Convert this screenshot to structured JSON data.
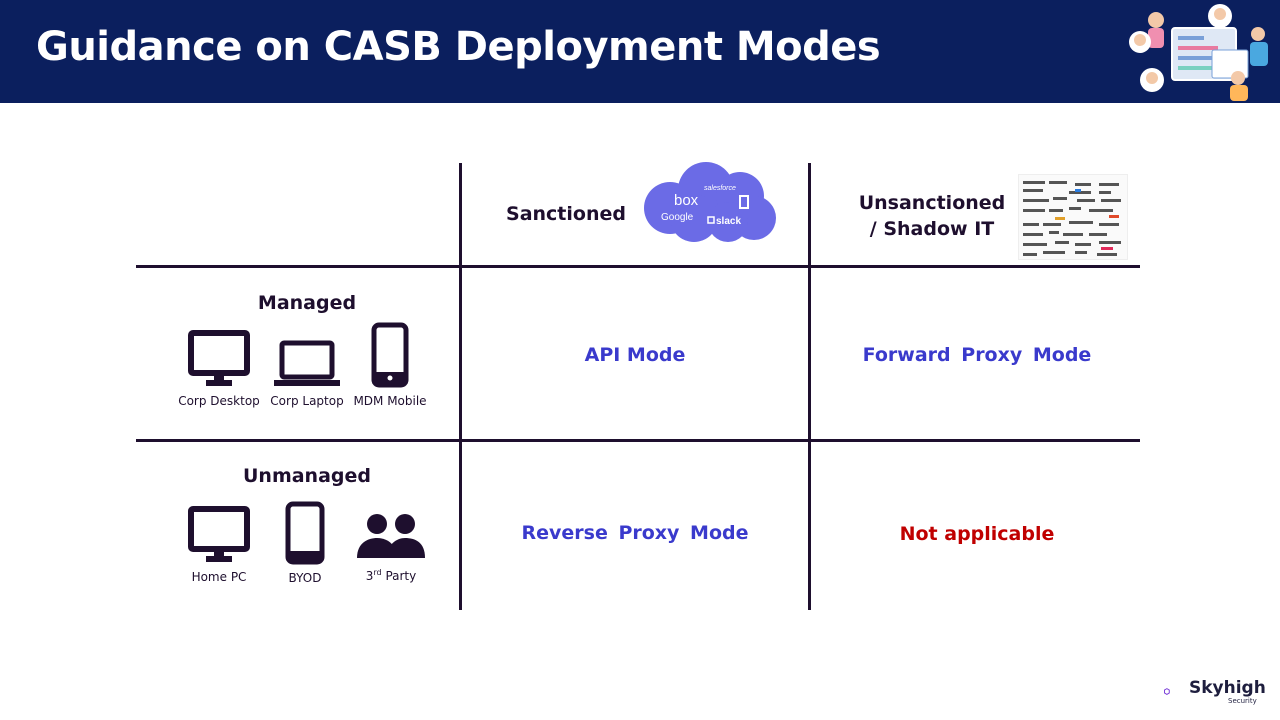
{
  "header": {
    "title": "Guidance on CASB Deployment Modes",
    "background": "#0b1f5e"
  },
  "columns": {
    "sanctioned": "Sanctioned",
    "unsanctioned_line1": "Unsanctioned",
    "unsanctioned_line2": "/ Shadow IT"
  },
  "cloud_logos": [
    "box",
    "salesforce",
    "Google",
    "slack"
  ],
  "rows": {
    "managed": {
      "label": "Managed",
      "devices": [
        "Corp Desktop",
        "Corp Laptop",
        "MDM Mobile"
      ]
    },
    "unmanaged": {
      "label": "Unmanaged",
      "devices": [
        "Home PC",
        "BYOD"
      ],
      "third_party_super": "rd",
      "third_party_pre": "3",
      "third_party_post": " Party"
    }
  },
  "cells": {
    "managed_sanctioned": "API Mode",
    "managed_unsanctioned": "Forward Proxy Mode",
    "unmanaged_sanctioned": "Reverse Proxy Mode",
    "unmanaged_unsanctioned": "Not applicable"
  },
  "brand": {
    "name": "Skyhigh",
    "sub": "Security"
  },
  "colors": {
    "mode_text": "#3a3acc",
    "not_applicable": "#c00000",
    "grid": "#1e0f2e",
    "cloud": "#6b6be6"
  }
}
